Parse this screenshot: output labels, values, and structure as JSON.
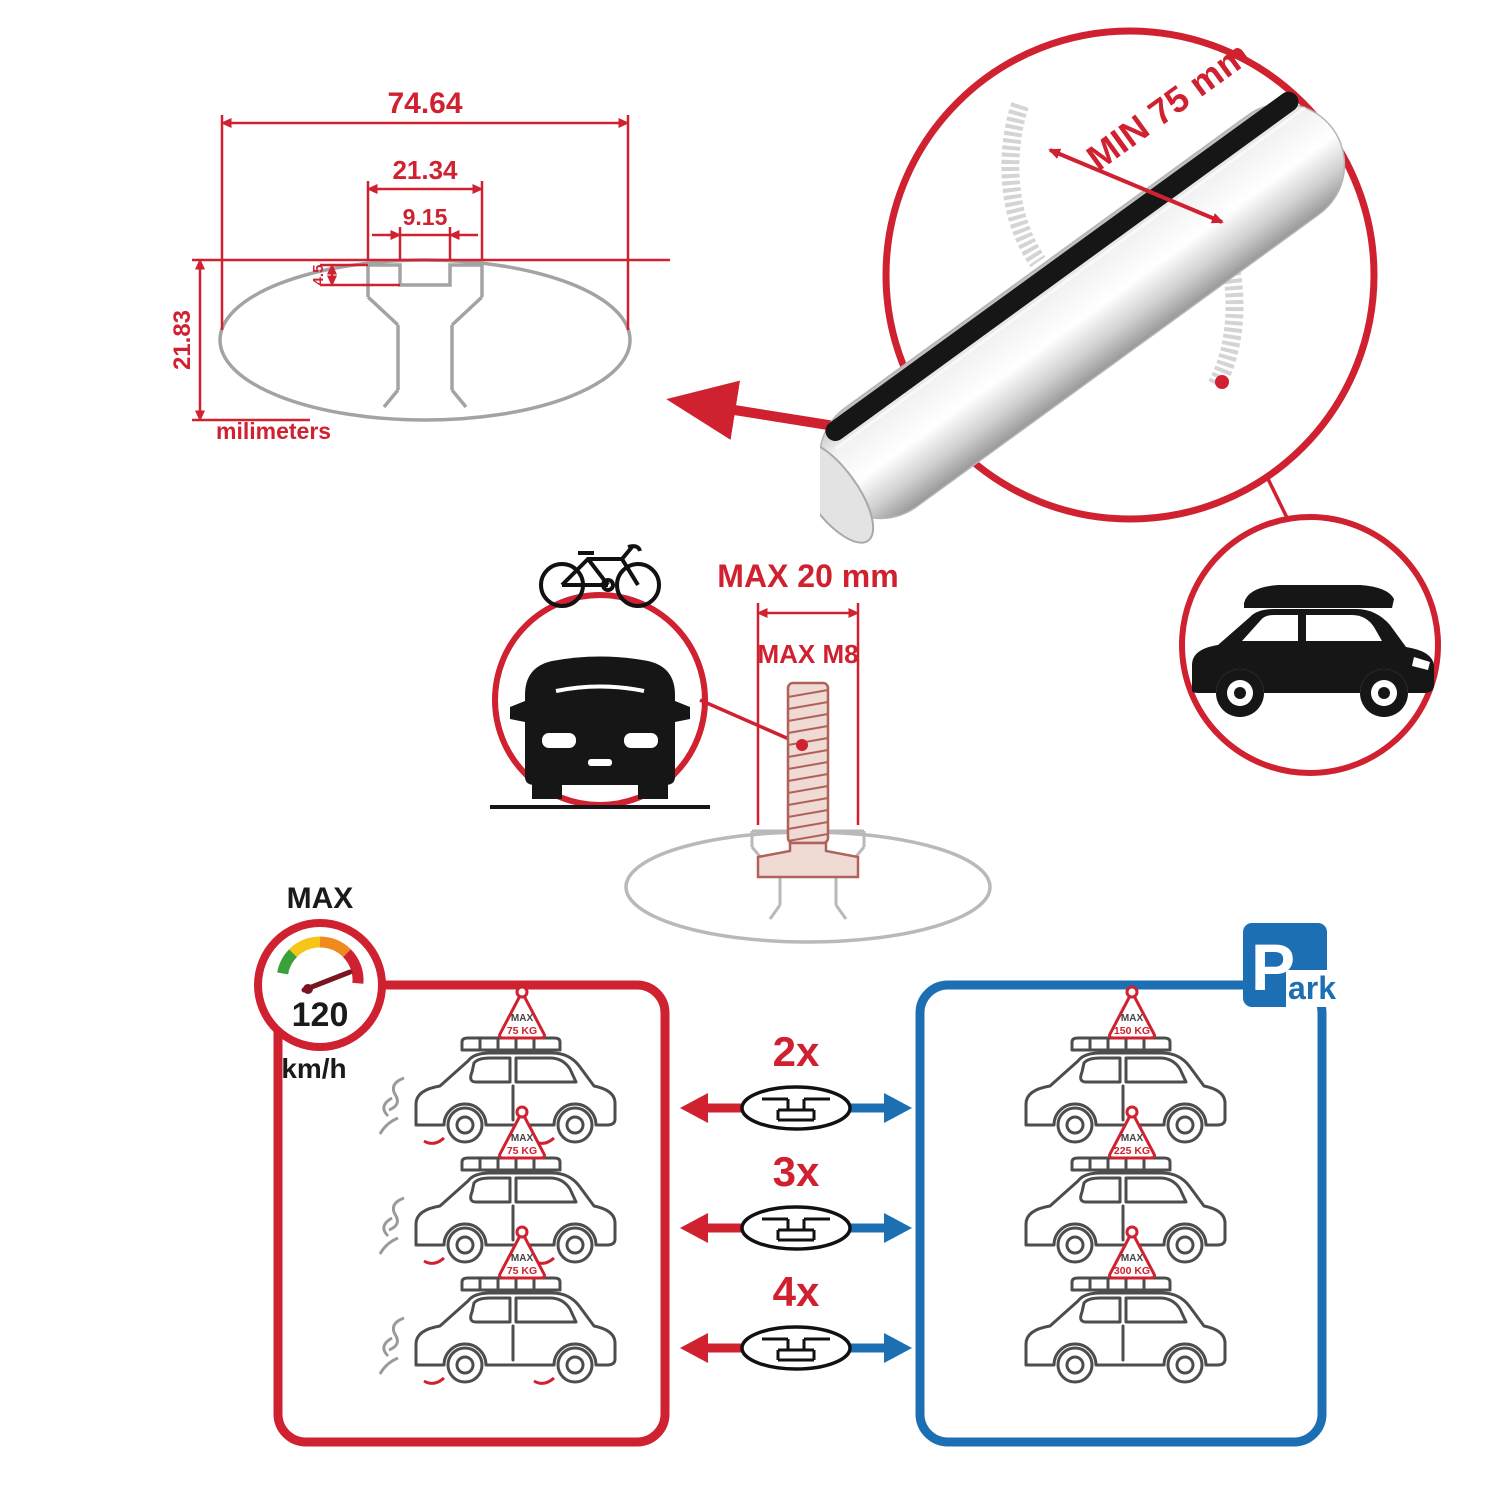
{
  "cross_section": {
    "dim_total_width": "74.64",
    "dim_channel_width": "21.34",
    "dim_slot_width": "9.15",
    "dim_lip_depth": "4.5",
    "dim_height": "21.83",
    "units": "milimeters"
  },
  "bar_detail": {
    "min_span": "MIN 75 mm"
  },
  "bolt_detail": {
    "max_width": "MAX 20 mm",
    "max_thread": "MAX M8"
  },
  "speed_limit": {
    "label": "MAX",
    "value": "120",
    "units": "km/h"
  },
  "park_sign": {
    "p": "P",
    "ark": "ark"
  },
  "load_comparison": {
    "rows": [
      {
        "multiplier": "2x",
        "drive_badge_title": "MAX",
        "drive_badge_value": "75 KG",
        "park_badge_title": "MAX",
        "park_badge_value": "150 KG"
      },
      {
        "multiplier": "3x",
        "drive_badge_title": "MAX",
        "drive_badge_value": "75 KG",
        "park_badge_title": "MAX",
        "park_badge_value": "225 KG"
      },
      {
        "multiplier": "4x",
        "drive_badge_title": "MAX",
        "drive_badge_value": "75 KG",
        "park_badge_title": "MAX",
        "park_badge_value": "300 KG"
      }
    ]
  },
  "colors": {
    "accent_red": "#cf2130",
    "accent_blue": "#1d6fb4"
  }
}
